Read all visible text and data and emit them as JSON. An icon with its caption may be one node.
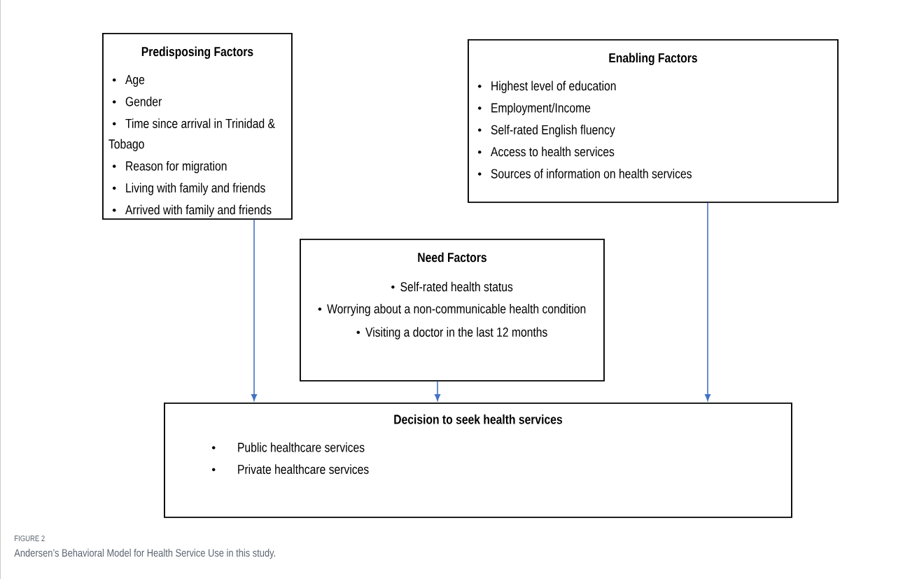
{
  "diagram": {
    "caption": "Andersen’s Behavioral Model for Health Service Use in this study.",
    "nodes": [
      {
        "text": [
          "Predisposing Factors",
          "Age",
          "Gender",
          "Time since arrival in Trinidad & Tobago",
          "Reason for migration",
          "Living with family and friends",
          "Arrived with family and friends"
        ]
      },
      {
        "text": [
          "Enabling Factors",
          "Highest level of education",
          "Employment/Income",
          "Self-rated English fluency",
          "Access to health services",
          "Sources of information on health services"
        ]
      },
      {
        "text": [
          "Need Factors",
          "Self-rated health status",
          "Worrying about a non-communicable health condition",
          "Visiting a doctor in the last 12 months"
        ]
      },
      {
        "text": [
          "Decision to seek health services",
          "Public healthcare services",
          "Private healthcare services"
        ]
      }
    ],
    "edges": [
      {
        "from": 0,
        "to": 3,
        "arrow": "to"
      },
      {
        "from": 2,
        "to": 3,
        "arrow": "to"
      },
      {
        "from": 1,
        "to": 3,
        "arrow": "to"
      }
    ],
    "labels": [
      "FIGURE 2"
    ]
  }
}
